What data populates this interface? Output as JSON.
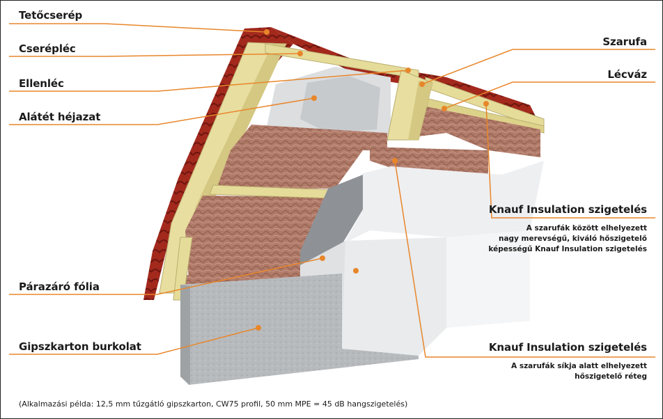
{
  "labels": {
    "tetocserep": "Tetőcserép",
    "cereplec": "Cserépléc",
    "ellenlec": "Ellenléc",
    "alatet": "Alátét héjazat",
    "szarufa": "Szarufa",
    "lecvaz": "Lécváz",
    "knauf1": "Knauf Insulation szigetelés",
    "parazaro": "Párazáró fólia",
    "gipszkarton": "Gipszkarton burkolat",
    "knauf2": "Knauf Insulation szigetelés"
  },
  "notes": {
    "knauf1_line1": "A szarufák között elhelyezett",
    "knauf1_line2": "nagy merevségű, kiváló hőszigetelő",
    "knauf1_line3": "képességű Knauf Insulation szigetelés",
    "knauf2_line1": "A szarufák síkja alatt elhelyezett",
    "knauf2_line2": "hőszigetelő réteg"
  },
  "footnote": "(Alkalmazási példa: 12,5 mm tűzgátló gipszkarton, CW75 profil, 50 mm MPE = 45 dB hangszigetelés)",
  "colors": {
    "leader": "#e8862a",
    "tile": "#a0281e",
    "timber": "#e6dc9a",
    "insulation": "#b07a68",
    "gypsum": "#b9bcbf",
    "white_board": "#f1f2f3"
  }
}
